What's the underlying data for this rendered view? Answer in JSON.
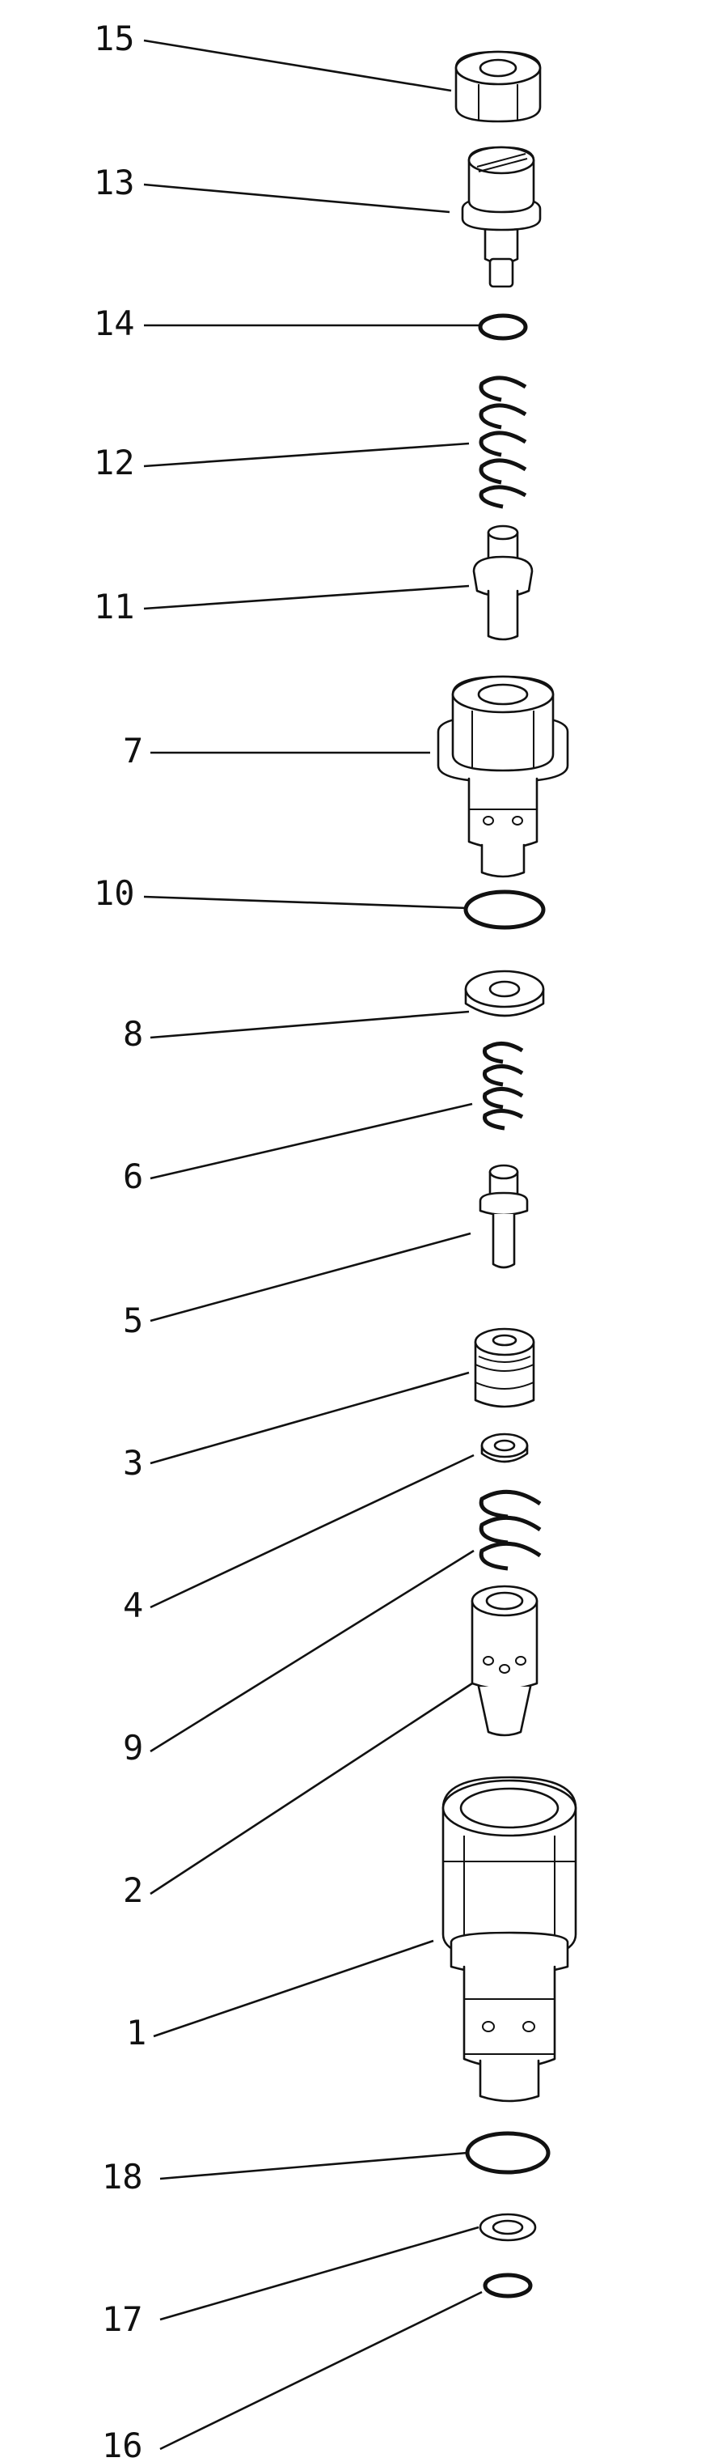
{
  "diagram": {
    "callouts": [
      {
        "id": "15",
        "label": "15"
      },
      {
        "id": "13",
        "label": "13"
      },
      {
        "id": "14",
        "label": "14"
      },
      {
        "id": "12",
        "label": "12"
      },
      {
        "id": "11",
        "label": "11"
      },
      {
        "id": "7",
        "label": "7"
      },
      {
        "id": "10",
        "label": "10"
      },
      {
        "id": "8",
        "label": "8"
      },
      {
        "id": "6",
        "label": "6"
      },
      {
        "id": "5",
        "label": "5"
      },
      {
        "id": "3",
        "label": "3"
      },
      {
        "id": "4",
        "label": "4"
      },
      {
        "id": "9",
        "label": "9"
      },
      {
        "id": "2",
        "label": "2"
      },
      {
        "id": "1",
        "label": "1"
      },
      {
        "id": "18",
        "label": "18"
      },
      {
        "id": "17",
        "label": "17"
      },
      {
        "id": "16",
        "label": "16"
      }
    ]
  }
}
